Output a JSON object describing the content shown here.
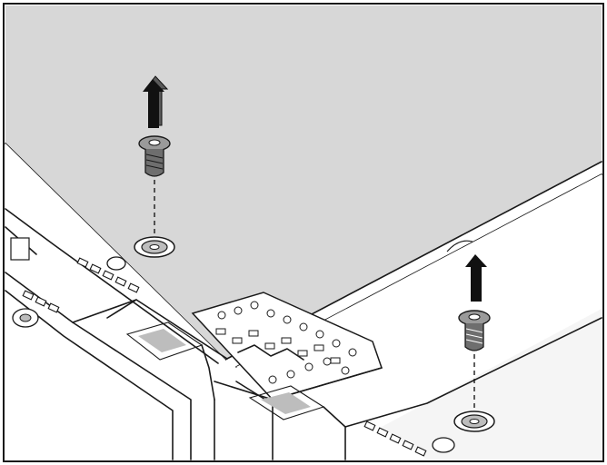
{
  "diagram": {
    "components": [
      {
        "name": "top-cover-panel",
        "color": "#d7d7d7"
      },
      {
        "name": "chassis-front-bezel",
        "color": "#ffffff"
      },
      {
        "name": "screw-left",
        "direction": "up"
      },
      {
        "name": "screw-right",
        "direction": "up"
      }
    ],
    "colors": {
      "outline": "#1a1a1a",
      "cover": "#d7d7d7",
      "screw": "#8a8a8a",
      "arrow": "#111111"
    },
    "icons": [
      "arrow-up-icon",
      "screw-icon",
      "screw-hole-icon"
    ]
  }
}
